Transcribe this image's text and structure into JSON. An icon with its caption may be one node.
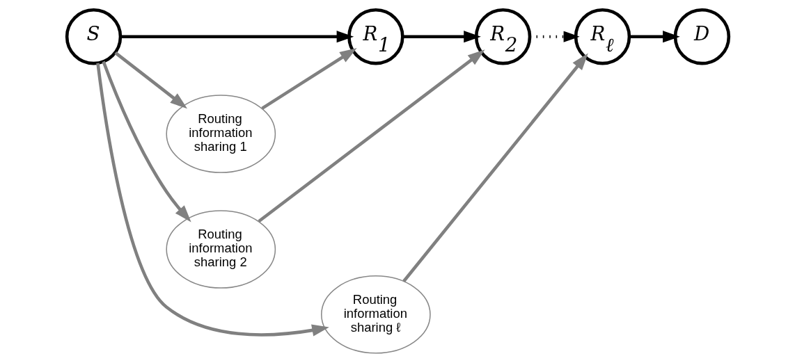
{
  "diagram": {
    "nodes": [
      {
        "text": [
          "S"
        ]
      },
      {
        "text": [
          "R$_{1}$"
        ]
      },
      {
        "text": [
          "R$_{2}$"
        ]
      },
      {
        "text": [
          "R$_{ℓ}$"
        ]
      },
      {
        "text": [
          "D"
        ]
      },
      {
        "text": [
          "Routing information sharing 1"
        ]
      },
      {
        "text": [
          "Routing information sharing 2"
        ]
      },
      {
        "text": [
          "Routing information sharing ℓ"
        ]
      }
    ],
    "edges": [
      {
        "from": 0,
        "to": 1,
        "arrow": "to",
        "color": "#000000"
      },
      {
        "from": 1,
        "to": 2,
        "arrow": "to",
        "color": "#000000"
      },
      {
        "from": 2,
        "to": 3,
        "arrow": "to",
        "style": "dashed",
        "color": "#000000"
      },
      {
        "from": 3,
        "to": 4,
        "arrow": "to",
        "color": "#000000"
      },
      {
        "from": 0,
        "to": 5,
        "arrow": "to"
      },
      {
        "from": 5,
        "to": 1,
        "arrow": "to"
      },
      {
        "from": 0,
        "to": 6,
        "arrow": "to"
      },
      {
        "from": 6,
        "to": 2,
        "arrow": "to"
      },
      {
        "from": 0,
        "to": 7,
        "arrow": "to"
      },
      {
        "from": 7,
        "to": 3,
        "arrow": "to"
      }
    ]
  }
}
